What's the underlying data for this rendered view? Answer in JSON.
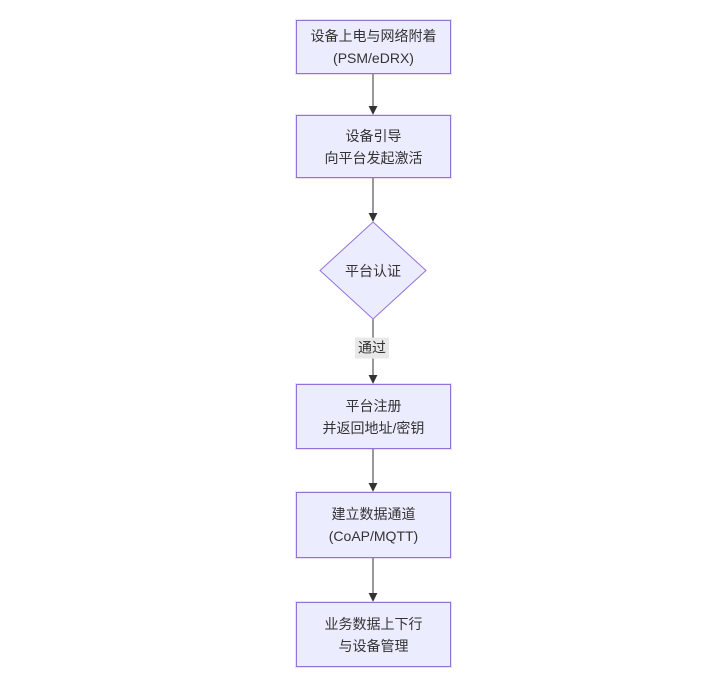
{
  "flowchart": {
    "nodes": {
      "power_on": {
        "line1": "设备上电与网络附着",
        "line2": "(PSM/eDRX)"
      },
      "bootstrap": {
        "line1": "设备引导",
        "line2": "向平台发起激活"
      },
      "auth_decision": {
        "label": "平台认证"
      },
      "register": {
        "line1": "平台注册",
        "line2": "并返回地址/密钥"
      },
      "channel": {
        "line1": "建立数据通道",
        "line2": "(CoAP/MQTT)"
      },
      "business": {
        "line1": "业务数据上下行",
        "line2": "与设备管理"
      }
    },
    "edge_label_pass": "通过",
    "colors": {
      "canvas_bg": "#ffffff",
      "node_fill": "#ECECFF",
      "node_border": "#9370DB",
      "edge_stroke": "#333333",
      "edge_label_bg": "#e8e8e8",
      "text": "#333333"
    }
  }
}
